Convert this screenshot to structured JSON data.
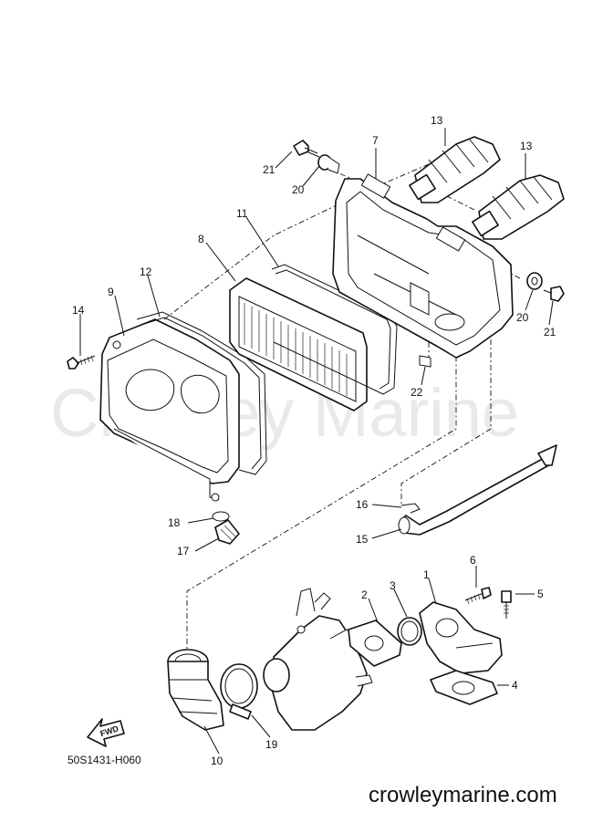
{
  "watermark": "Crowley Marine",
  "drawing_code": "50S1431-H060",
  "footer_url": "crowleymarine.com",
  "fwd_label": "FWD",
  "callouts": {
    "c1": "1",
    "c2": "2",
    "c3": "3",
    "c4": "4",
    "c5": "5",
    "c6": "6",
    "c7": "7",
    "c8": "8",
    "c9": "9",
    "c10": "10",
    "c11": "11",
    "c12": "12",
    "c13a": "13",
    "c13b": "13",
    "c14": "14",
    "c15": "15",
    "c16": "16",
    "c17": "17",
    "c18": "18",
    "c19": "19",
    "c20a": "20",
    "c20b": "20",
    "c21a": "21",
    "c21b": "21",
    "c22": "22"
  }
}
